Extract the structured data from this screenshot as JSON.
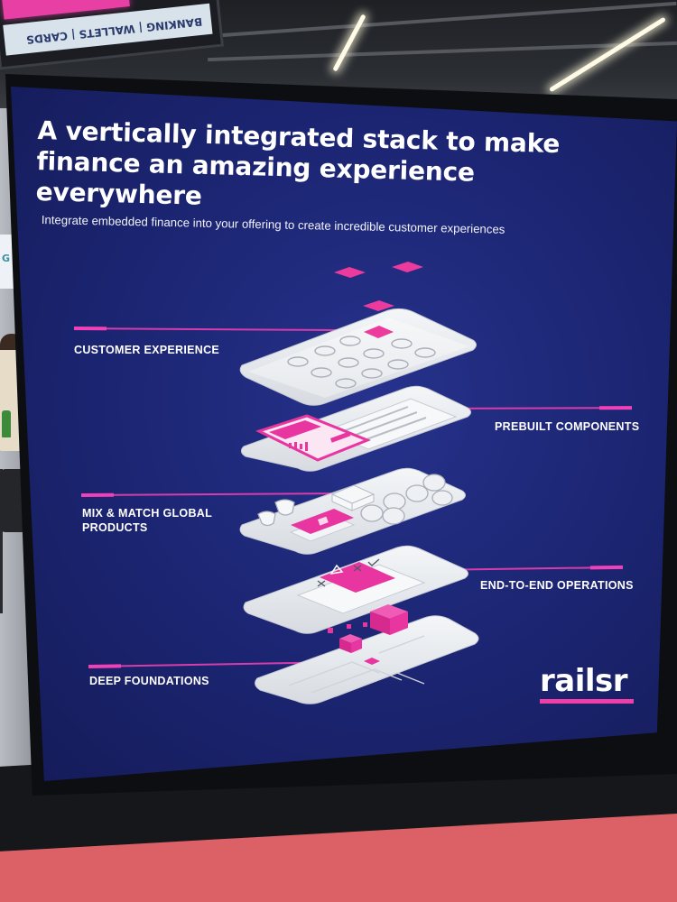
{
  "poster": {
    "title_line1": "A vertically integrated stack to make",
    "title_line2": "finance an amazing experience everywhere",
    "subtitle": "Integrate embedded finance into your offering to create incredible customer experiences",
    "layers": [
      {
        "label_line1": "CUSTOMER EXPERIENCE",
        "label_line2": ""
      },
      {
        "label_line1": "PREBUILT COMPONENTS",
        "label_line2": ""
      },
      {
        "label_line1": "MIX & MATCH GLOBAL",
        "label_line2": "PRODUCTS"
      },
      {
        "label_line1": "END-TO-END OPERATIONS",
        "label_line2": ""
      },
      {
        "label_line1": "DEEP FOUNDATIONS",
        "label_line2": ""
      }
    ],
    "logo": "railsr"
  },
  "venue": {
    "overhead_sign_text": "BANKING | WALLETS | CARDS"
  },
  "colors": {
    "poster_bg": "#1b2470",
    "accent_pink": "#e8359f",
    "layer_white": "#eceff3",
    "floor": "#dc6167"
  }
}
